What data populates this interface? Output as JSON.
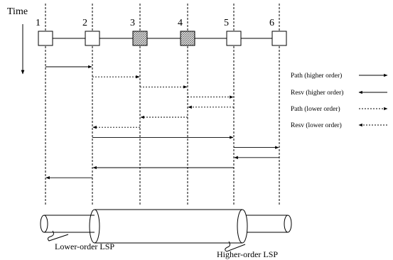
{
  "time_label": "Time",
  "nodes": [
    {
      "label": "1",
      "hatched": false
    },
    {
      "label": "2",
      "hatched": false
    },
    {
      "label": "3",
      "hatched": true
    },
    {
      "label": "4",
      "hatched": true
    },
    {
      "label": "5",
      "hatched": false
    },
    {
      "label": "6",
      "hatched": false
    }
  ],
  "messages": [
    {
      "from": 1,
      "to": 2,
      "kind": "path-higher"
    },
    {
      "from": 2,
      "to": 3,
      "kind": "path-lower"
    },
    {
      "from": 3,
      "to": 4,
      "kind": "path-lower"
    },
    {
      "from": 4,
      "to": 5,
      "kind": "path-lower"
    },
    {
      "from": 5,
      "to": 4,
      "kind": "resv-lower"
    },
    {
      "from": 4,
      "to": 3,
      "kind": "resv-lower"
    },
    {
      "from": 3,
      "to": 2,
      "kind": "resv-lower"
    },
    {
      "from": 2,
      "to": 5,
      "kind": "path-higher"
    },
    {
      "from": 5,
      "to": 6,
      "kind": "path-higher"
    },
    {
      "from": 6,
      "to": 5,
      "kind": "resv-higher"
    },
    {
      "from": 5,
      "to": 2,
      "kind": "resv-higher"
    },
    {
      "from": 2,
      "to": 1,
      "kind": "resv-higher"
    }
  ],
  "legend": [
    {
      "label": "Path (higher order)",
      "kind": "path-higher"
    },
    {
      "label": "Resv (higher order)",
      "kind": "resv-higher"
    },
    {
      "label": "Path (lower order)",
      "kind": "path-lower"
    },
    {
      "label": "Resv (lower order)",
      "kind": "resv-lower"
    }
  ],
  "lsp_labels": {
    "lower": "Lower-order LSP",
    "higher": "Higher-order LSP"
  }
}
